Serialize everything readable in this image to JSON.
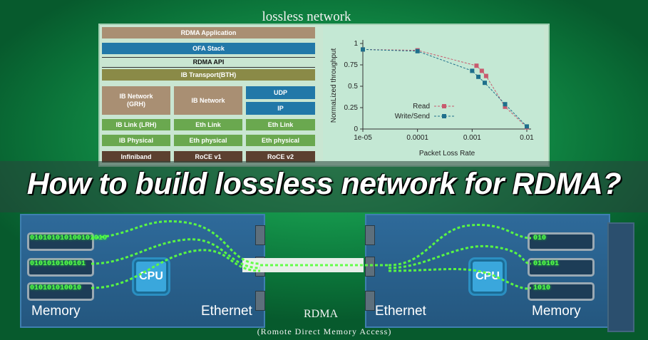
{
  "header": {
    "title": "lossless network"
  },
  "stack": {
    "rows": [
      {
        "label": "RDMA Application"
      },
      {
        "label": "OFA Stack"
      },
      {
        "label": "RDMA API"
      },
      {
        "label": "IB Transport(BTH)"
      }
    ],
    "columns": [
      {
        "network": "IB Network\n(GRH)",
        "link": "IB Link (LRH)",
        "physical": "IB Physical",
        "name": "Infiniband"
      },
      {
        "network": "IB Network",
        "link": "Eth Link",
        "physical": "Eth physical",
        "name": "RoCE v1"
      },
      {
        "udp": "UDP",
        "ip": "IP",
        "link": "Eth Link",
        "physical": "Eth physical",
        "name": "RoCE v2"
      }
    ]
  },
  "chart_data": {
    "type": "line",
    "xlabel": "Packet Loss Rate",
    "ylabel": "NormaLized throughput",
    "xscale": "log",
    "x_ticks": [
      "1e-05",
      "0.0001",
      "0.001",
      "0.01"
    ],
    "y_ticks": [
      "0",
      "0.25",
      "0.5",
      "0.75",
      "1"
    ],
    "ylim": [
      0,
      1
    ],
    "legend_placement": "bottom-left",
    "series": [
      {
        "name": "Read",
        "color": "#c85a6e",
        "points": [
          [
            1e-05,
            0.93
          ],
          [
            0.0001,
            0.92
          ],
          [
            0.0012,
            0.74
          ],
          [
            0.0015,
            0.68
          ],
          [
            0.0018,
            0.62
          ],
          [
            0.004,
            0.26
          ],
          [
            0.01,
            0.02
          ]
        ]
      },
      {
        "name": "Write/Send",
        "color": "#1f6f8b",
        "points": [
          [
            1e-05,
            0.93
          ],
          [
            0.0001,
            0.91
          ],
          [
            0.001,
            0.68
          ],
          [
            0.0013,
            0.61
          ],
          [
            0.0017,
            0.54
          ],
          [
            0.004,
            0.29
          ],
          [
            0.01,
            0.03
          ]
        ]
      }
    ]
  },
  "banner": {
    "headline": "How to build lossless network for RDMA?"
  },
  "diagram": {
    "left_memory_label": "Memory",
    "left_ethernet_label": "Ethernet",
    "right_memory_label": "Memory",
    "right_ethernet_label": "Ethernet",
    "cpu_label": "CPU",
    "bits_left": [
      "010101010100101010",
      "0101010100101",
      "010101010010"
    ],
    "bits_right": [
      "010",
      "010101",
      "1010"
    ],
    "rdma_title": "RDMA",
    "rdma_subtitle": "(Romote Direct Memory Access)"
  }
}
